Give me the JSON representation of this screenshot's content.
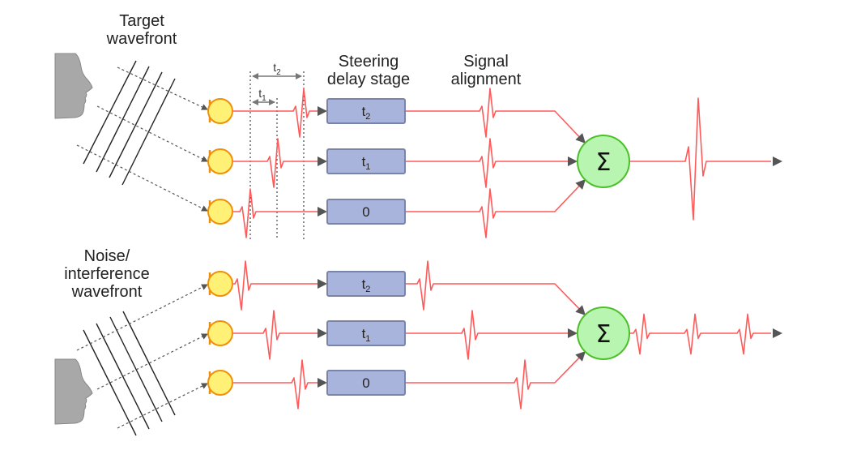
{
  "title": "Delay-and-sum beamforming",
  "labels": {
    "target_wavefront": [
      "Target",
      "wavefront"
    ],
    "noise_wavefront": [
      "Noise/",
      "interference",
      "wavefront"
    ],
    "steering_stage": [
      "Steering",
      "delay stage"
    ],
    "signal_alignment": [
      "Signal",
      "alignment"
    ]
  },
  "delay_markers": {
    "t1": {
      "base": "t",
      "sub": "1"
    },
    "t2": {
      "base": "t",
      "sub": "2"
    }
  },
  "summer_symbol": "Σ",
  "target_section": {
    "channels": [
      {
        "delay": {
          "base": "t",
          "sub": "2"
        }
      },
      {
        "delay": {
          "base": "t",
          "sub": "1"
        }
      },
      {
        "delay": {
          "base": "0",
          "sub": ""
        }
      }
    ],
    "output": "coherent-large-pulse"
  },
  "noise_section": {
    "channels": [
      {
        "delay": {
          "base": "t",
          "sub": "2"
        }
      },
      {
        "delay": {
          "base": "t",
          "sub": "1"
        }
      },
      {
        "delay": {
          "base": "0",
          "sub": ""
        }
      }
    ],
    "output": "three-small-pulses"
  },
  "colors": {
    "signal": "#ff5a5a",
    "mic_fill": "#fff176",
    "mic_stroke": "#f0900a",
    "box_fill": "#a9b4dc",
    "box_stroke": "#7a84a8",
    "sum_fill": "#b8f5b0",
    "sum_stroke": "#4cc02a",
    "head": "#a8a8a8",
    "arrow": "#555555"
  }
}
